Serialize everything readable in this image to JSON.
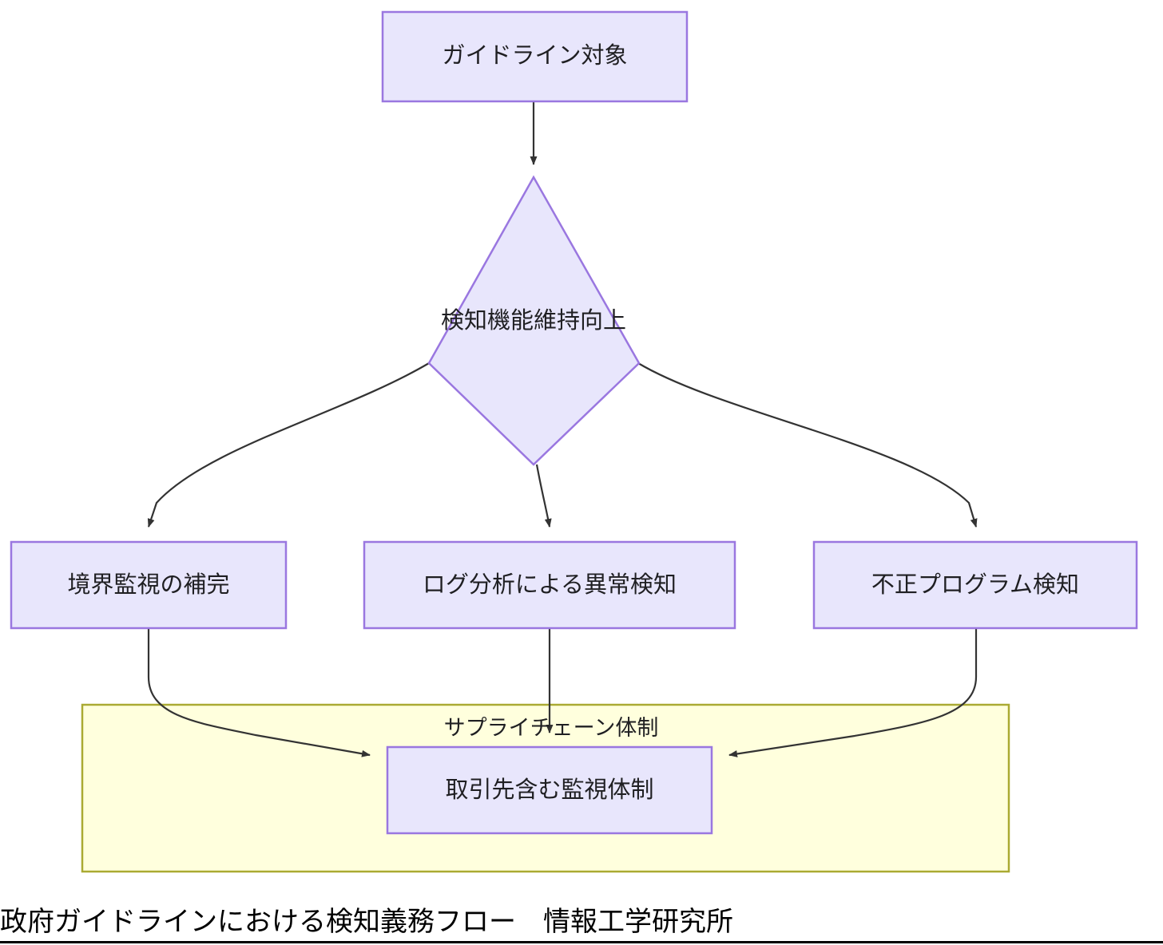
{
  "caption": "政府ガイドラインにおける検知義務フロー　情報工学研究所",
  "nodes": {
    "root": {
      "label": "ガイドライン対象",
      "shape": "rect"
    },
    "decision": {
      "label": "検知機能維持向上",
      "shape": "diamond"
    },
    "branch_left": {
      "label": "境界監視の補完",
      "shape": "rect"
    },
    "branch_center": {
      "label": "ログ分析による異常検知",
      "shape": "rect"
    },
    "branch_right": {
      "label": "不正プログラム検知",
      "shape": "rect"
    },
    "sink": {
      "label": "取引先含む監視体制",
      "shape": "rect"
    }
  },
  "cluster": {
    "label": "サプライチェーン体制"
  },
  "colors": {
    "node_fill": "#e8e6fc",
    "node_stroke": "#9a77e0",
    "cluster_fill": "#ffffdd",
    "cluster_stroke": "#aaaa33",
    "edge_stroke": "#333333",
    "text": "#1f1f22",
    "caption_text": "#000000",
    "background": "#ffffff"
  },
  "edges": [
    {
      "from": "root",
      "to": "decision"
    },
    {
      "from": "decision",
      "to": "branch_left"
    },
    {
      "from": "decision",
      "to": "branch_center"
    },
    {
      "from": "decision",
      "to": "branch_right"
    },
    {
      "from": "branch_left",
      "to": "sink"
    },
    {
      "from": "branch_center",
      "to": "sink"
    },
    {
      "from": "branch_right",
      "to": "sink"
    }
  ]
}
